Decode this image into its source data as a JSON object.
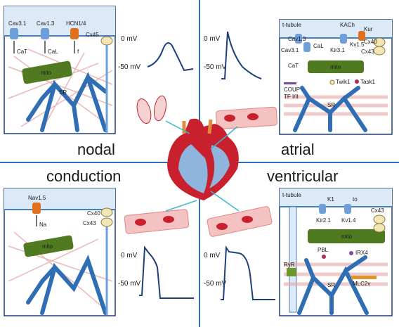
{
  "quadrants": {
    "nodal": "nodal",
    "atrial": "atrial",
    "conduction": "conduction",
    "ventricular": "ventricular"
  },
  "voltage": {
    "zero": "0 mV",
    "minus50": "-50 mV"
  },
  "nodal_cell": {
    "channels": [
      "Cav3.1",
      "Cav1.3",
      "HCN1/4"
    ],
    "currents": [
      "CaT",
      "CaL",
      "f"
    ],
    "connexin": "Cx45",
    "mito": "mito",
    "sr": "SR"
  },
  "atrial_cell": {
    "ttubule": "t-tubule",
    "channels": [
      "Cav1.3",
      "KACh",
      "Kur",
      "Kir3.1",
      "Kv1.5",
      "Cav3.1",
      "Cx40",
      "Cx43",
      "CaL",
      "CaT"
    ],
    "twik": "Twik1",
    "task": "Task1",
    "coup": "COUP",
    "tf": "TF I/II",
    "mito": "mito",
    "sr": "SR"
  },
  "conduction_cell": {
    "channel": "Nav1.5",
    "current": "Na",
    "cx40": "Cx40",
    "cx43": "Cx43",
    "mito": "mito"
  },
  "ventricular_cell": {
    "ttubule": "t-tubule",
    "k1": "K1",
    "to": "to",
    "kir": "Kir2.1",
    "kv": "Kv1.4",
    "cx43": "Cx43",
    "mito": "mito",
    "pbl": "PBL",
    "irx4": "IRX4",
    "ryr": "RyR",
    "sr": "SR",
    "mlc": "MLC2v"
  },
  "colors": {
    "divider": "#2e6fb5",
    "membrane": "#4a7fc1",
    "sr": "#2f6db5",
    "mito": "#4f7a1f",
    "channel_blue": "#6f9fd8",
    "channel_orange": "#e0701e",
    "heart_red": "#c8202c",
    "heart_blue": "#8fb4dd",
    "cell_pink": "#e8a1a1",
    "arrow": "#3fb6d0"
  }
}
